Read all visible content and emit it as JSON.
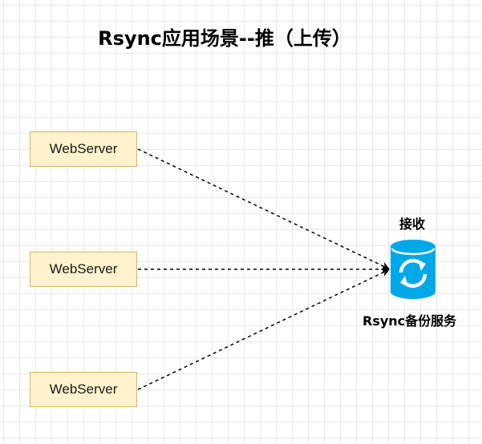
{
  "diagram": {
    "title": "Rsync应用场景--推（上传）",
    "servers": [
      {
        "label": "WebServer"
      },
      {
        "label": "WebServer"
      },
      {
        "label": "WebServer"
      }
    ],
    "target": {
      "top_label": "接收",
      "bottom_label": "Rsync备份服务",
      "icon": "database-sync-icon"
    },
    "edges": [
      {
        "from": "servers.0",
        "to": "target",
        "style": "dashed-arrow"
      },
      {
        "from": "servers.1",
        "to": "target",
        "style": "dashed-arrow"
      },
      {
        "from": "servers.2",
        "to": "target",
        "style": "dashed-arrow"
      }
    ]
  },
  "colors": {
    "server_fill": "#fff2cc",
    "server_border": "#d6b656",
    "icon_blue": "#00a8e8",
    "grid": "#e8e8e8"
  }
}
